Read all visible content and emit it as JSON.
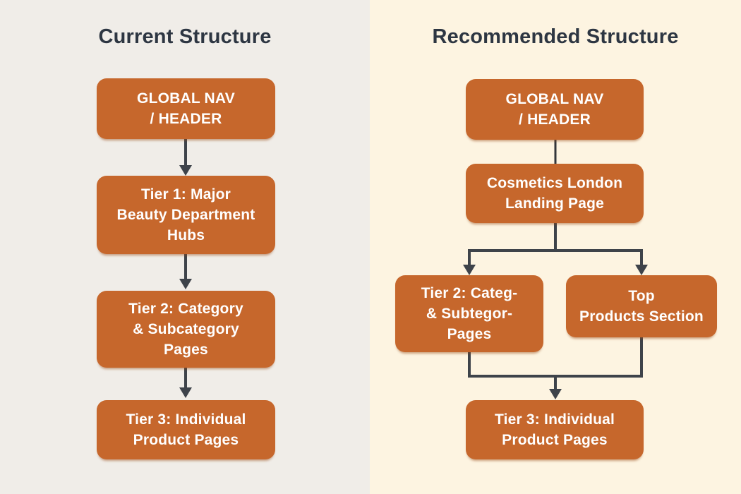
{
  "left": {
    "title": "Current Structure",
    "global_nav": "GLOBAL NAV\n/ HEADER",
    "tier1": "Tier 1: Major\nBeauty Department\nHubs",
    "tier2": "Tier 2: Category\n& Subcategory\nPages",
    "tier3": "Tier 3: Individual\nProduct Pages"
  },
  "right": {
    "title": "Recommended Structure",
    "global_nav": "GLOBAL NAV\n/ HEADER",
    "landing_page": "Cosmetics London\nLanding Page",
    "tier2": "Tier 2: Categ-\n& Subtegor-\nPages",
    "top_products": "Top\nProducts Section",
    "tier3": "Tier 3: Individual\nProduct Pages"
  },
  "colors": {
    "node_fill": "#c6672c",
    "node_text": "#ffffff",
    "connector": "#3e434a",
    "left_background": "#f0ede8",
    "right_background": "#fdf4e1",
    "title_text": "#2d3642"
  }
}
